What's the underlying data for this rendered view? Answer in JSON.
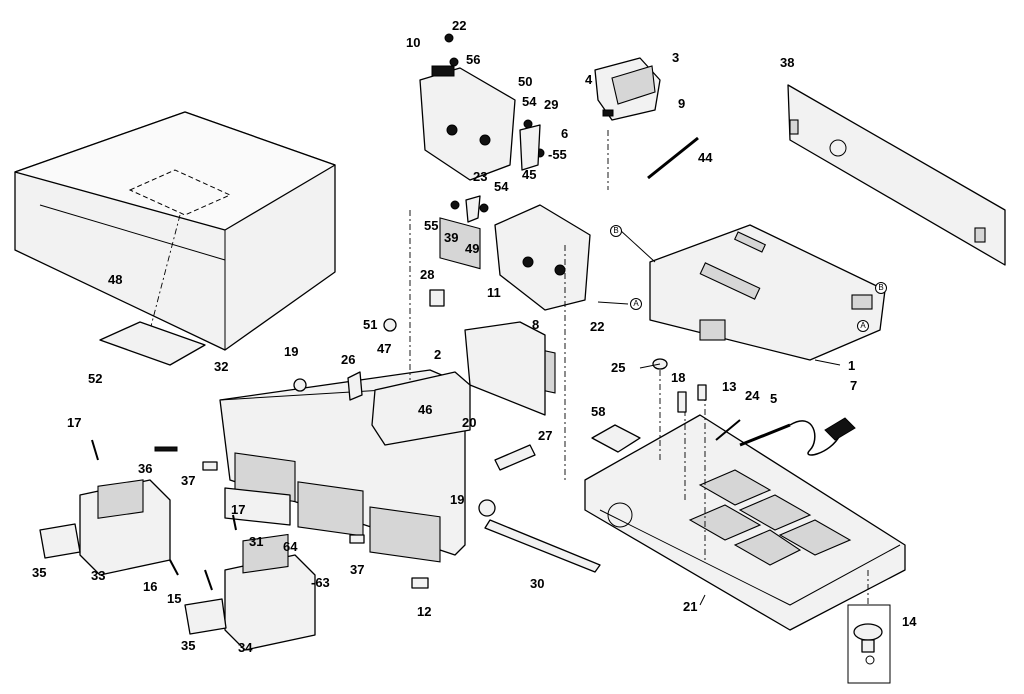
{
  "diagram": {
    "callouts": {
      "c1": "1",
      "c2": "2",
      "c3": "3",
      "c4": "4",
      "c5": "5",
      "c6": "6",
      "c7": "7",
      "c8": "8",
      "c9": "9",
      "c10": "10",
      "c11": "11",
      "c12": "12",
      "c13": "13",
      "c14": "14",
      "c15": "15",
      "c16": "16",
      "c17a": "17",
      "c17b": "17",
      "c18": "18",
      "c19a": "19",
      "c19b": "19",
      "c20": "20",
      "c21": "21",
      "c22a": "22",
      "c22b": "22",
      "c23": "23",
      "c24": "24",
      "c25": "25",
      "c26": "26",
      "c27": "27",
      "c28": "28",
      "c29": "29",
      "c30": "30",
      "c31": "31",
      "c32": "32",
      "c33": "33",
      "c34": "34",
      "c35a": "35",
      "c35b": "35",
      "c36": "36",
      "c37a": "37",
      "c37b": "37",
      "c38": "38",
      "c39": "39",
      "c44": "44",
      "c45": "45",
      "c46": "46",
      "c47": "47",
      "c48": "48",
      "c49": "49",
      "c50": "50",
      "c51": "51",
      "c52": "52",
      "c54a": "54",
      "c54b": "54",
      "c55a": "55",
      "c55b": "-55",
      "c56": "56",
      "c58": "58",
      "c63": "-63",
      "c64": "64"
    },
    "connectors": {
      "a1": "A",
      "a2": "A",
      "b1": "B",
      "b2": "B"
    }
  }
}
